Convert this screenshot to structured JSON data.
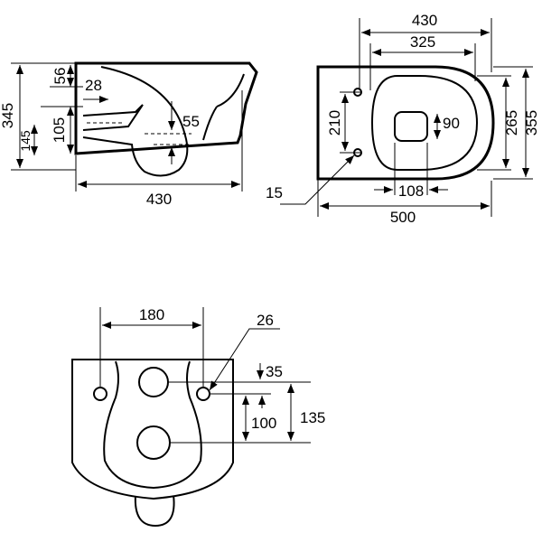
{
  "side_view": {
    "height_total": "345",
    "top_offset": "56",
    "inlet_offset": "28",
    "outlet_height": "105",
    "outlet_low": "145",
    "outlet_depth": "55",
    "length": "430"
  },
  "top_view": {
    "length_430": "430",
    "length_325": "325",
    "hole_spacing": "210",
    "width_265": "265",
    "width_355": "355",
    "opening_90": "90",
    "opening_108": "108",
    "total_500": "500",
    "hole_dia": "15"
  },
  "rear_view": {
    "bolt_spacing": "180",
    "bolt_dia": "26",
    "offset_35": "35",
    "height_100": "100",
    "height_135": "135"
  }
}
